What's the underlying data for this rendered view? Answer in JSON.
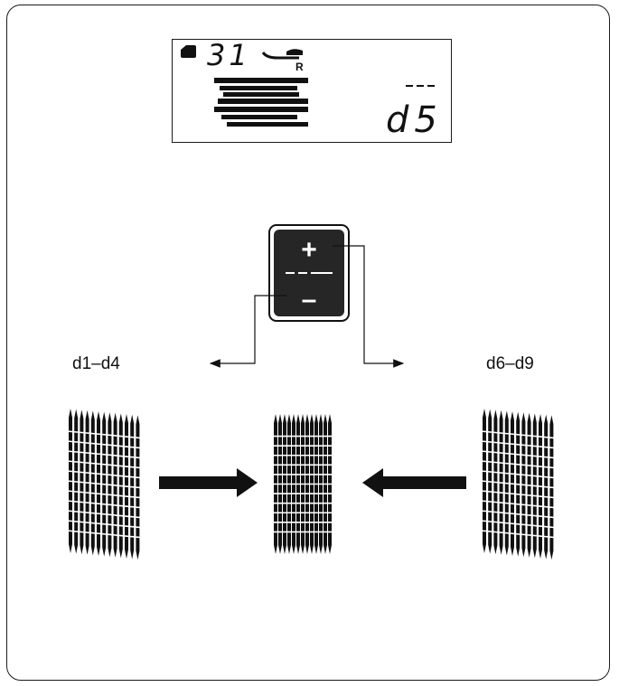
{
  "lcd": {
    "memory_indicator": "1",
    "pattern_number": "31",
    "foot_letter": "R",
    "density_value": "d5"
  },
  "adjust_button": {
    "plus": "+",
    "minus": "–"
  },
  "labels": {
    "left": "d1–d4",
    "right": "d6–d9"
  },
  "icons": {
    "presser_foot": "presser-foot-icon",
    "memory": "memory-icon",
    "stitch_sample": "satin-stitch-sample"
  }
}
